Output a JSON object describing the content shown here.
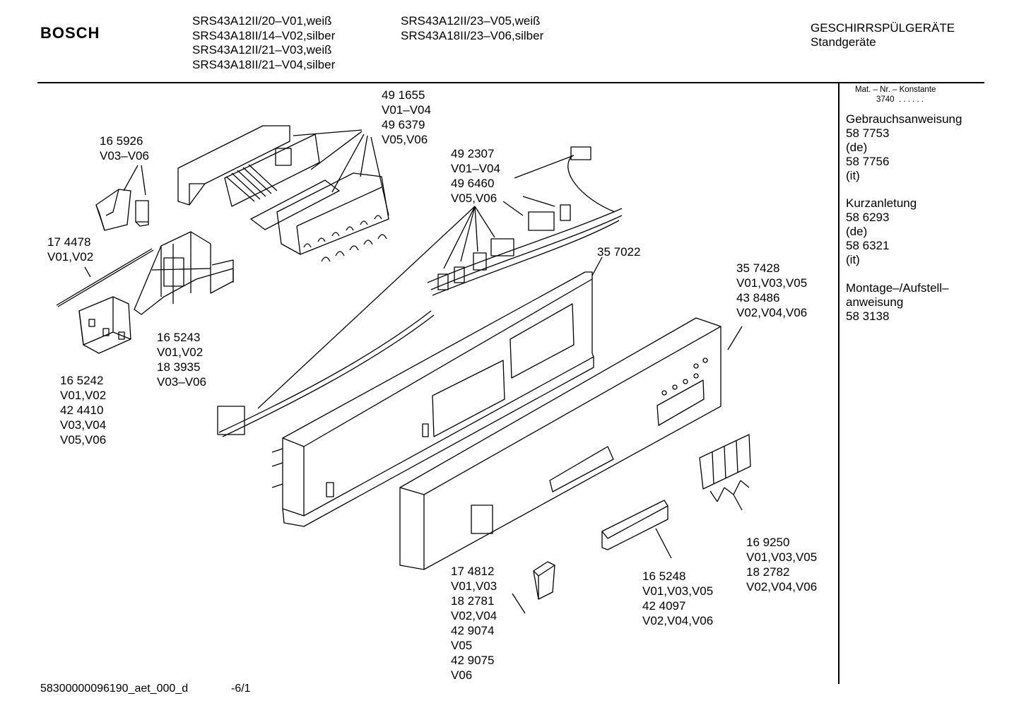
{
  "header": {
    "brand": "BOSCH",
    "models_col1": [
      "SRS43A12II/20–V01,weiß",
      "SRS43A18II/14–V02,silber",
      "SRS43A12II/21–V03,weiß",
      "SRS43A18II/21–V04,silber"
    ],
    "models_col2": [
      "SRS43A12II/23–V05,weiß",
      "SRS43A18II/23–V06,silber"
    ],
    "category": "GESCHIRRSPÜLGERÄTE",
    "subcategory": "Standgeräte"
  },
  "sidebar": {
    "mat_label": "Mat. – Nr. – Konstante",
    "mat_value": "3740",
    "mat_dots": ". . . . . .",
    "docs": [
      {
        "title": "Gebrauchsanweisung",
        "lines": [
          "58 7753",
          "(de)",
          "58 7756",
          "(it)"
        ]
      },
      {
        "title": "Kurzanletung",
        "lines": [
          "58 6293",
          "(de)",
          "58 6321",
          "(it)"
        ]
      },
      {
        "title": "Montage–/Aufstell–",
        "lines": [
          "anweisung",
          "58 3138"
        ]
      }
    ]
  },
  "labels": [
    {
      "id": "p491655",
      "lines": [
        "49 1655",
        "V01–V04",
        "49 6379",
        "V05,V06"
      ]
    },
    {
      "id": "p165926",
      "lines": [
        "16 5926",
        "V03–V06"
      ]
    },
    {
      "id": "p492307",
      "lines": [
        "49 2307",
        "V01–V04",
        "49 6460",
        "V05,V06"
      ]
    },
    {
      "id": "p174478",
      "lines": [
        "17 4478",
        "V01,V02"
      ]
    },
    {
      "id": "p357022",
      "lines": [
        "35 7022"
      ]
    },
    {
      "id": "p357428",
      "lines": [
        "35 7428",
        "V01,V03,V05",
        "43 8486",
        "V02,V04,V06"
      ]
    },
    {
      "id": "p165243",
      "lines": [
        "16 5243",
        "V01,V02",
        "18 3935",
        "V03–V06"
      ]
    },
    {
      "id": "p165242",
      "lines": [
        "16 5242",
        "V01,V02",
        "42 4410",
        "V03,V04",
        "V05,V06"
      ]
    },
    {
      "id": "p169250",
      "lines": [
        "16 9250",
        "V01,V03,V05",
        "18 2782",
        "V02,V04,V06"
      ]
    },
    {
      "id": "p165248",
      "lines": [
        "16 5248",
        "V01,V03,V05",
        "42 4097",
        "V02,V04,V06"
      ]
    },
    {
      "id": "p174812",
      "lines": [
        "17 4812",
        "V01,V03",
        "18 2781",
        "V02,V04",
        "42 9074",
        "V05",
        "42 9075",
        "V06"
      ]
    }
  ],
  "footer": {
    "doc_id": "58300000096190_aet_000_d",
    "page": "-6/1"
  }
}
